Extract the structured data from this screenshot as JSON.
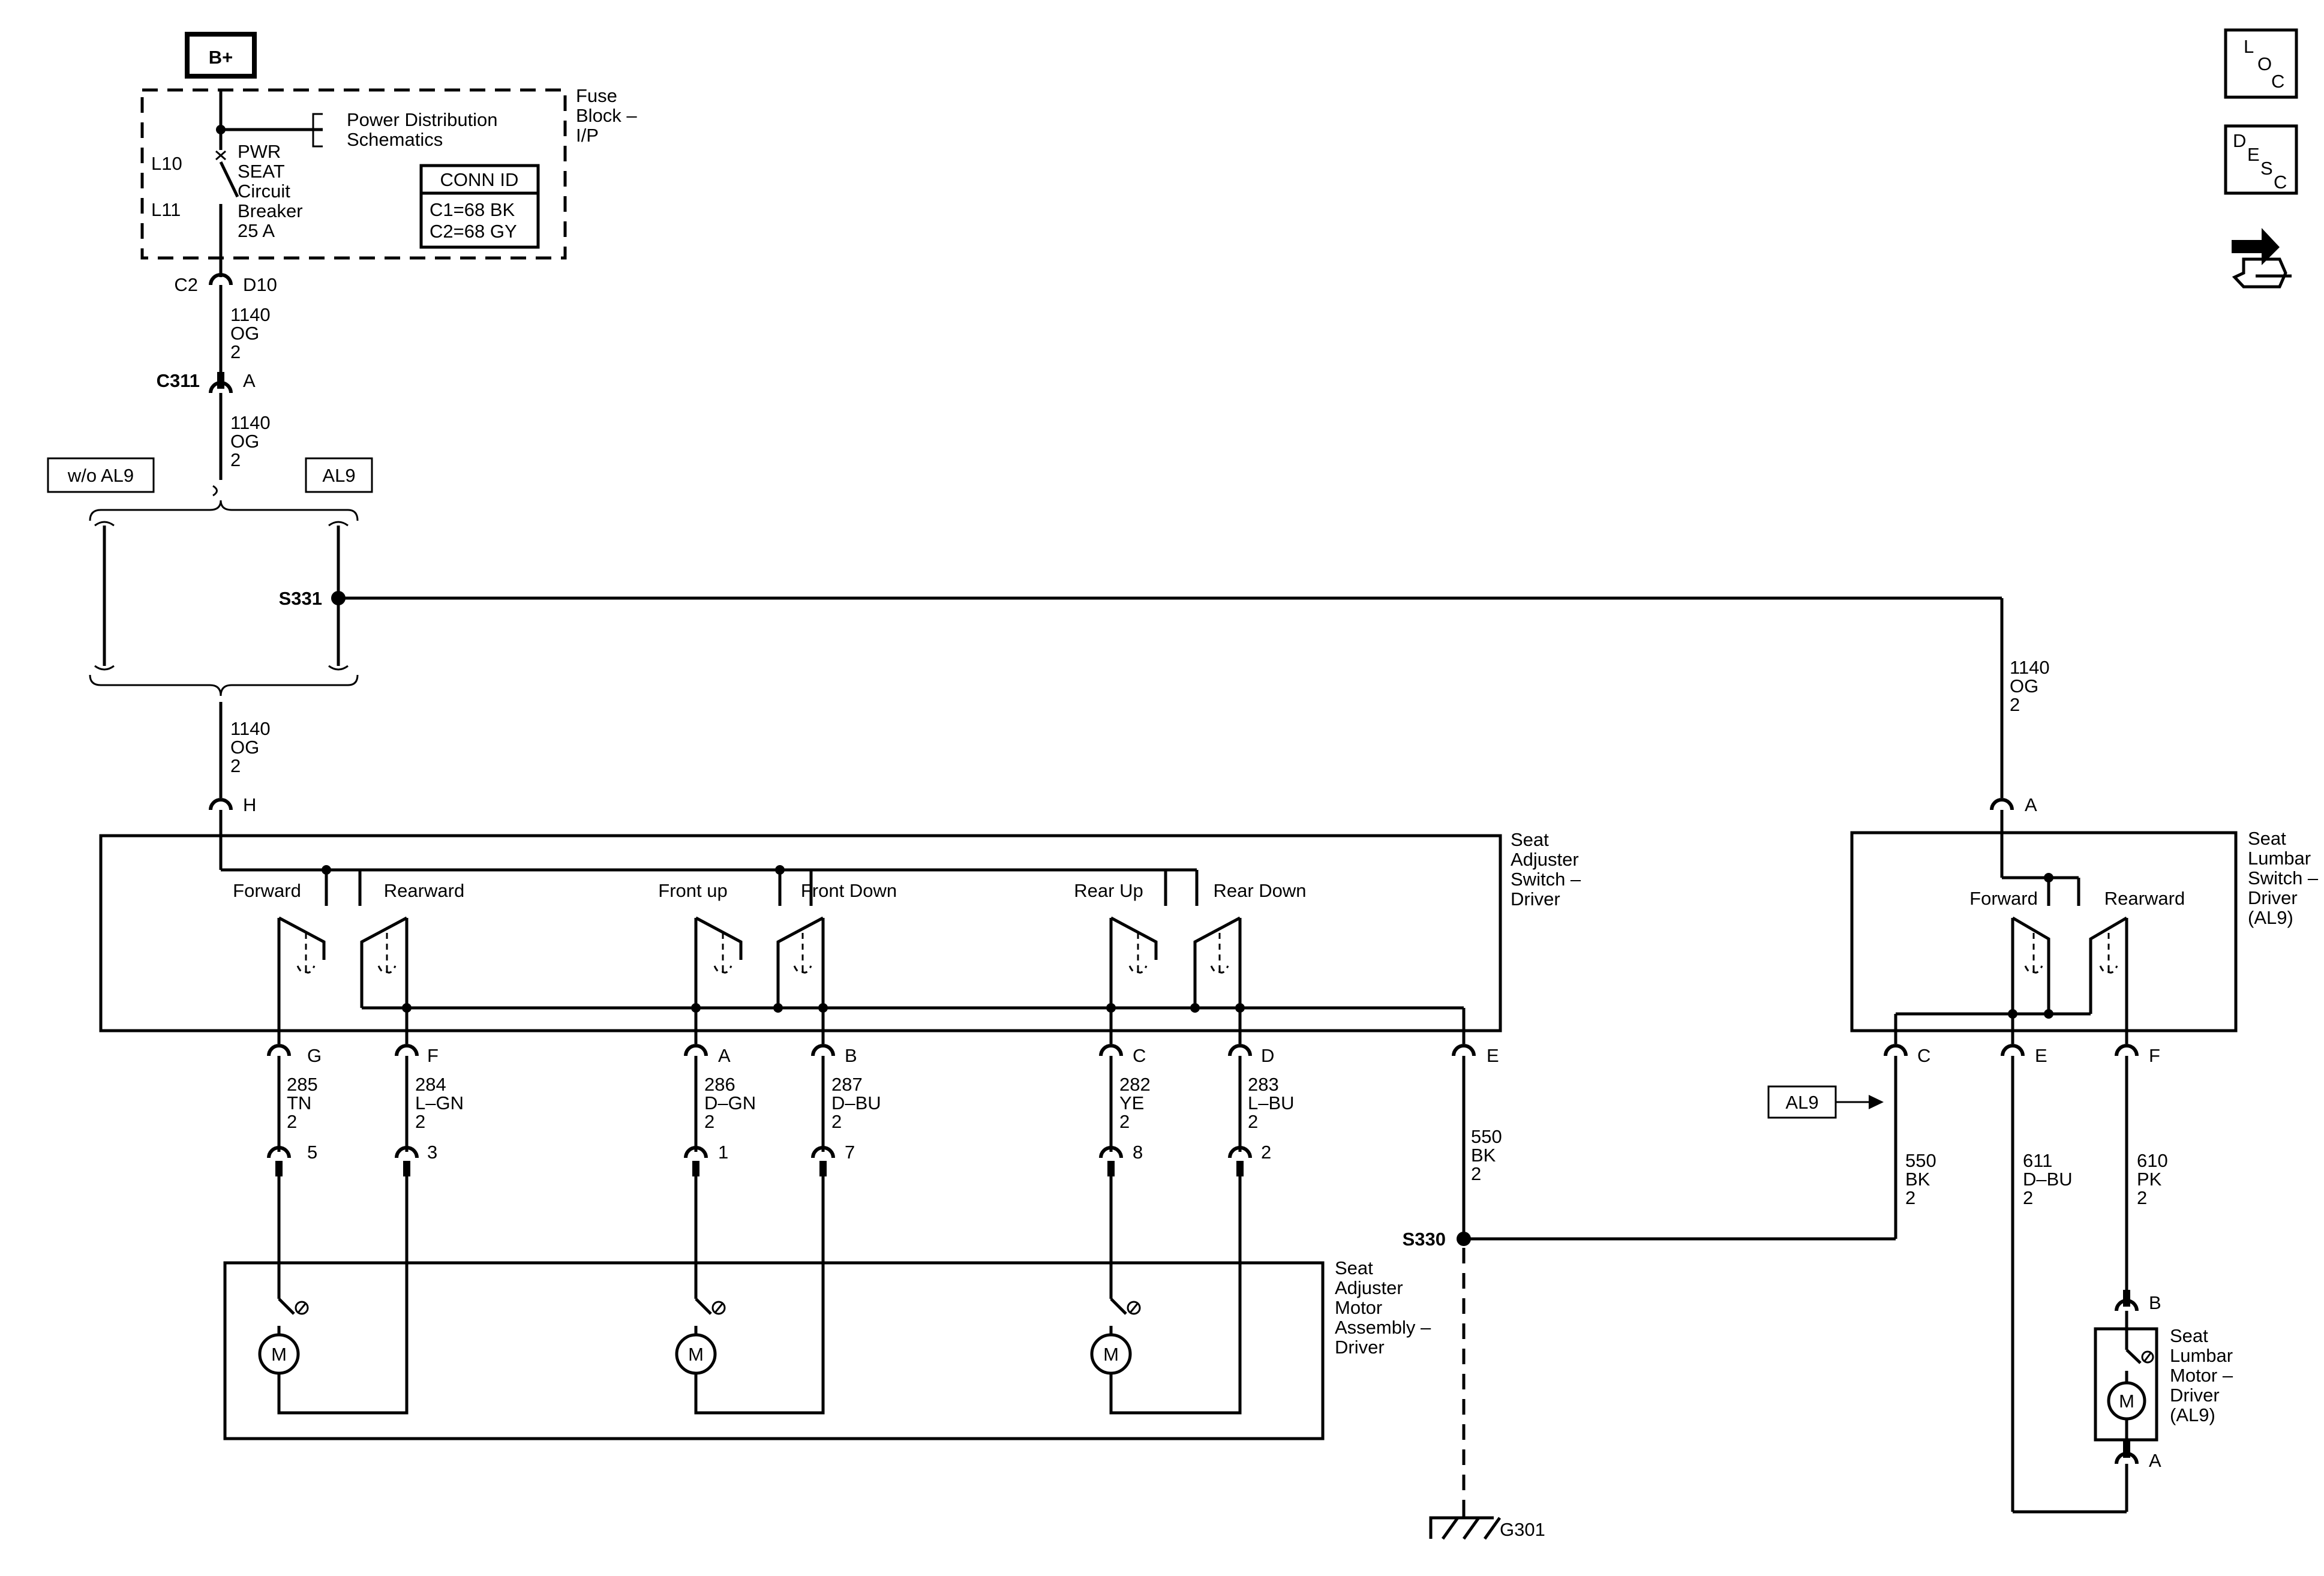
{
  "battery": "B+",
  "fuse_block": {
    "name": "Fuse Block – I/P",
    "line1": "Fuse",
    "line2": "Block –",
    "line3": "I/P",
    "ref_line1": "Power Distribution",
    "ref_line2": "Schematics",
    "loc_top": "L10",
    "loc_bottom": "L11",
    "breaker": [
      "PWR",
      "SEAT",
      "Circuit",
      "Breaker",
      "25 A"
    ],
    "conn_id_title": "CONN ID",
    "conn_id_1": "C1=68 BK",
    "conn_id_2": "C2=68 GY"
  },
  "connectors": {
    "c2": "C2",
    "d10": "D10",
    "c311": "C311",
    "c311_pin": "A",
    "s331": "S331",
    "s330": "S330",
    "g301": "G301"
  },
  "options": {
    "without": "w/o AL9",
    "with": "AL9",
    "arrow": "AL9"
  },
  "wires": {
    "w1140_a": [
      "1140",
      "OG",
      "2"
    ],
    "w1140_b": [
      "1140",
      "OG",
      "2"
    ],
    "w1140_c": [
      "1140",
      "OG",
      "2"
    ],
    "w1140_d": [
      "1140",
      "OG",
      "2"
    ],
    "w285": [
      "285",
      "TN",
      "2"
    ],
    "w284": [
      "284",
      "L–GN",
      "2"
    ],
    "w286": [
      "286",
      "D–GN",
      "2"
    ],
    "w287": [
      "287",
      "D–BU",
      "2"
    ],
    "w282": [
      "282",
      "YE",
      "2"
    ],
    "w283": [
      "283",
      "L–BU",
      "2"
    ],
    "w550_a": [
      "550",
      "BK",
      "2"
    ],
    "w550_b": [
      "550",
      "BK",
      "2"
    ],
    "w611": [
      "611",
      "D–BU",
      "2"
    ],
    "w610": [
      "610",
      "PK",
      "2"
    ]
  },
  "seat_switch": {
    "name": [
      "Seat",
      "Adjuster",
      "Switch –",
      "Driver"
    ],
    "input_pin": "H",
    "labels": {
      "forward": "Forward",
      "rearward": "Rearward",
      "front_up": "Front up",
      "front_down": "Front Down",
      "rear_up": "Rear Up",
      "rear_down": "Rear Down"
    },
    "pins": {
      "g": "G",
      "f": "F",
      "a": "A",
      "b": "B",
      "c": "C",
      "d": "D",
      "e": "E"
    }
  },
  "motor_pins": {
    "p5": "5",
    "p3": "3",
    "p1": "1",
    "p7": "7",
    "p8": "8",
    "p2": "2"
  },
  "motor_assembly": {
    "name": [
      "Seat",
      "Adjuster",
      "Motor",
      "Assembly –",
      "Driver"
    ],
    "motor_symbol": "M"
  },
  "lumbar_switch": {
    "name": [
      "Seat",
      "Lumbar",
      "Switch –",
      "Driver",
      "(AL9)"
    ],
    "input_pin": "A",
    "labels": {
      "forward": "Forward",
      "rearward": "Rearward"
    },
    "pins": {
      "c": "C",
      "e": "E",
      "f": "F"
    }
  },
  "lumbar_motor": {
    "name": [
      "Seat",
      "Lumbar",
      "Motor –",
      "Driver",
      "(AL9)"
    ],
    "pin_top": "B",
    "pin_bottom": "A",
    "motor_symbol": "M"
  },
  "side_icons": {
    "loc": [
      "L",
      "O",
      "C"
    ],
    "desc": [
      "D",
      "E",
      "S",
      "C"
    ],
    "nav": "navigation-icon"
  }
}
